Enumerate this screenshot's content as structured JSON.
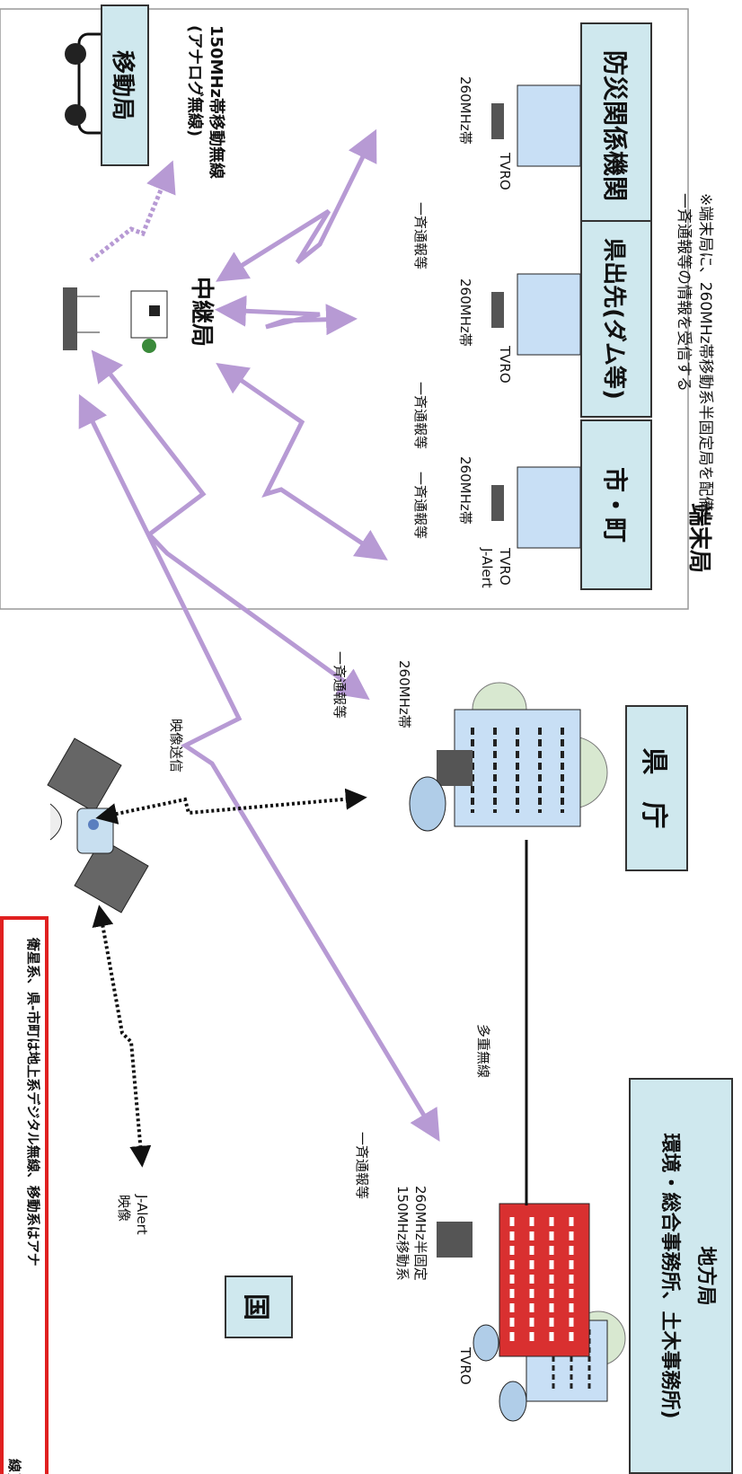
{
  "legend": {
    "line1": "衛星系、県-市町は地上系デジタル無線、移動系はアナ",
    "line2": "線)"
  },
  "stations": {
    "kuni": "国",
    "kencho": "県　庁",
    "chihoukyoku_title": "地方局",
    "chihoukyoku_sub": "環境・総合事務所、土木事務所)",
    "chukei": "中継局",
    "idoukyoku": "移動局",
    "mobile_radio_line1": "150MHz帯移動無線",
    "mobile_radio_line2": "(アナログ無線)",
    "shi_machi": "市・町",
    "ken_desaki": "県出先(ダム等)",
    "bousai": "防災関係機関",
    "tanmatsu": "端末局",
    "tanmatsu_note1": "※端末局に、260MHz帯移動系半固定局を配備し、",
    "tanmatsu_note2": "一斉通報等の情報を受信する"
  },
  "links": {
    "jalert": "J-Alert",
    "eizou": "映像",
    "eizou_soushin": "映像送信",
    "issei_tsuuhou": "一斉通報等",
    "tajuu_musen": "多重無線",
    "band_260": "260MHz帯",
    "band_260_semifixed": "260MHz半固定",
    "band_150_mobile": "150MHz移動系",
    "tvro": "TVRO"
  },
  "colors": {
    "link_purple": "#b79ad4",
    "box_fill": "#cfe8ee",
    "legend_border": "#e02020"
  }
}
